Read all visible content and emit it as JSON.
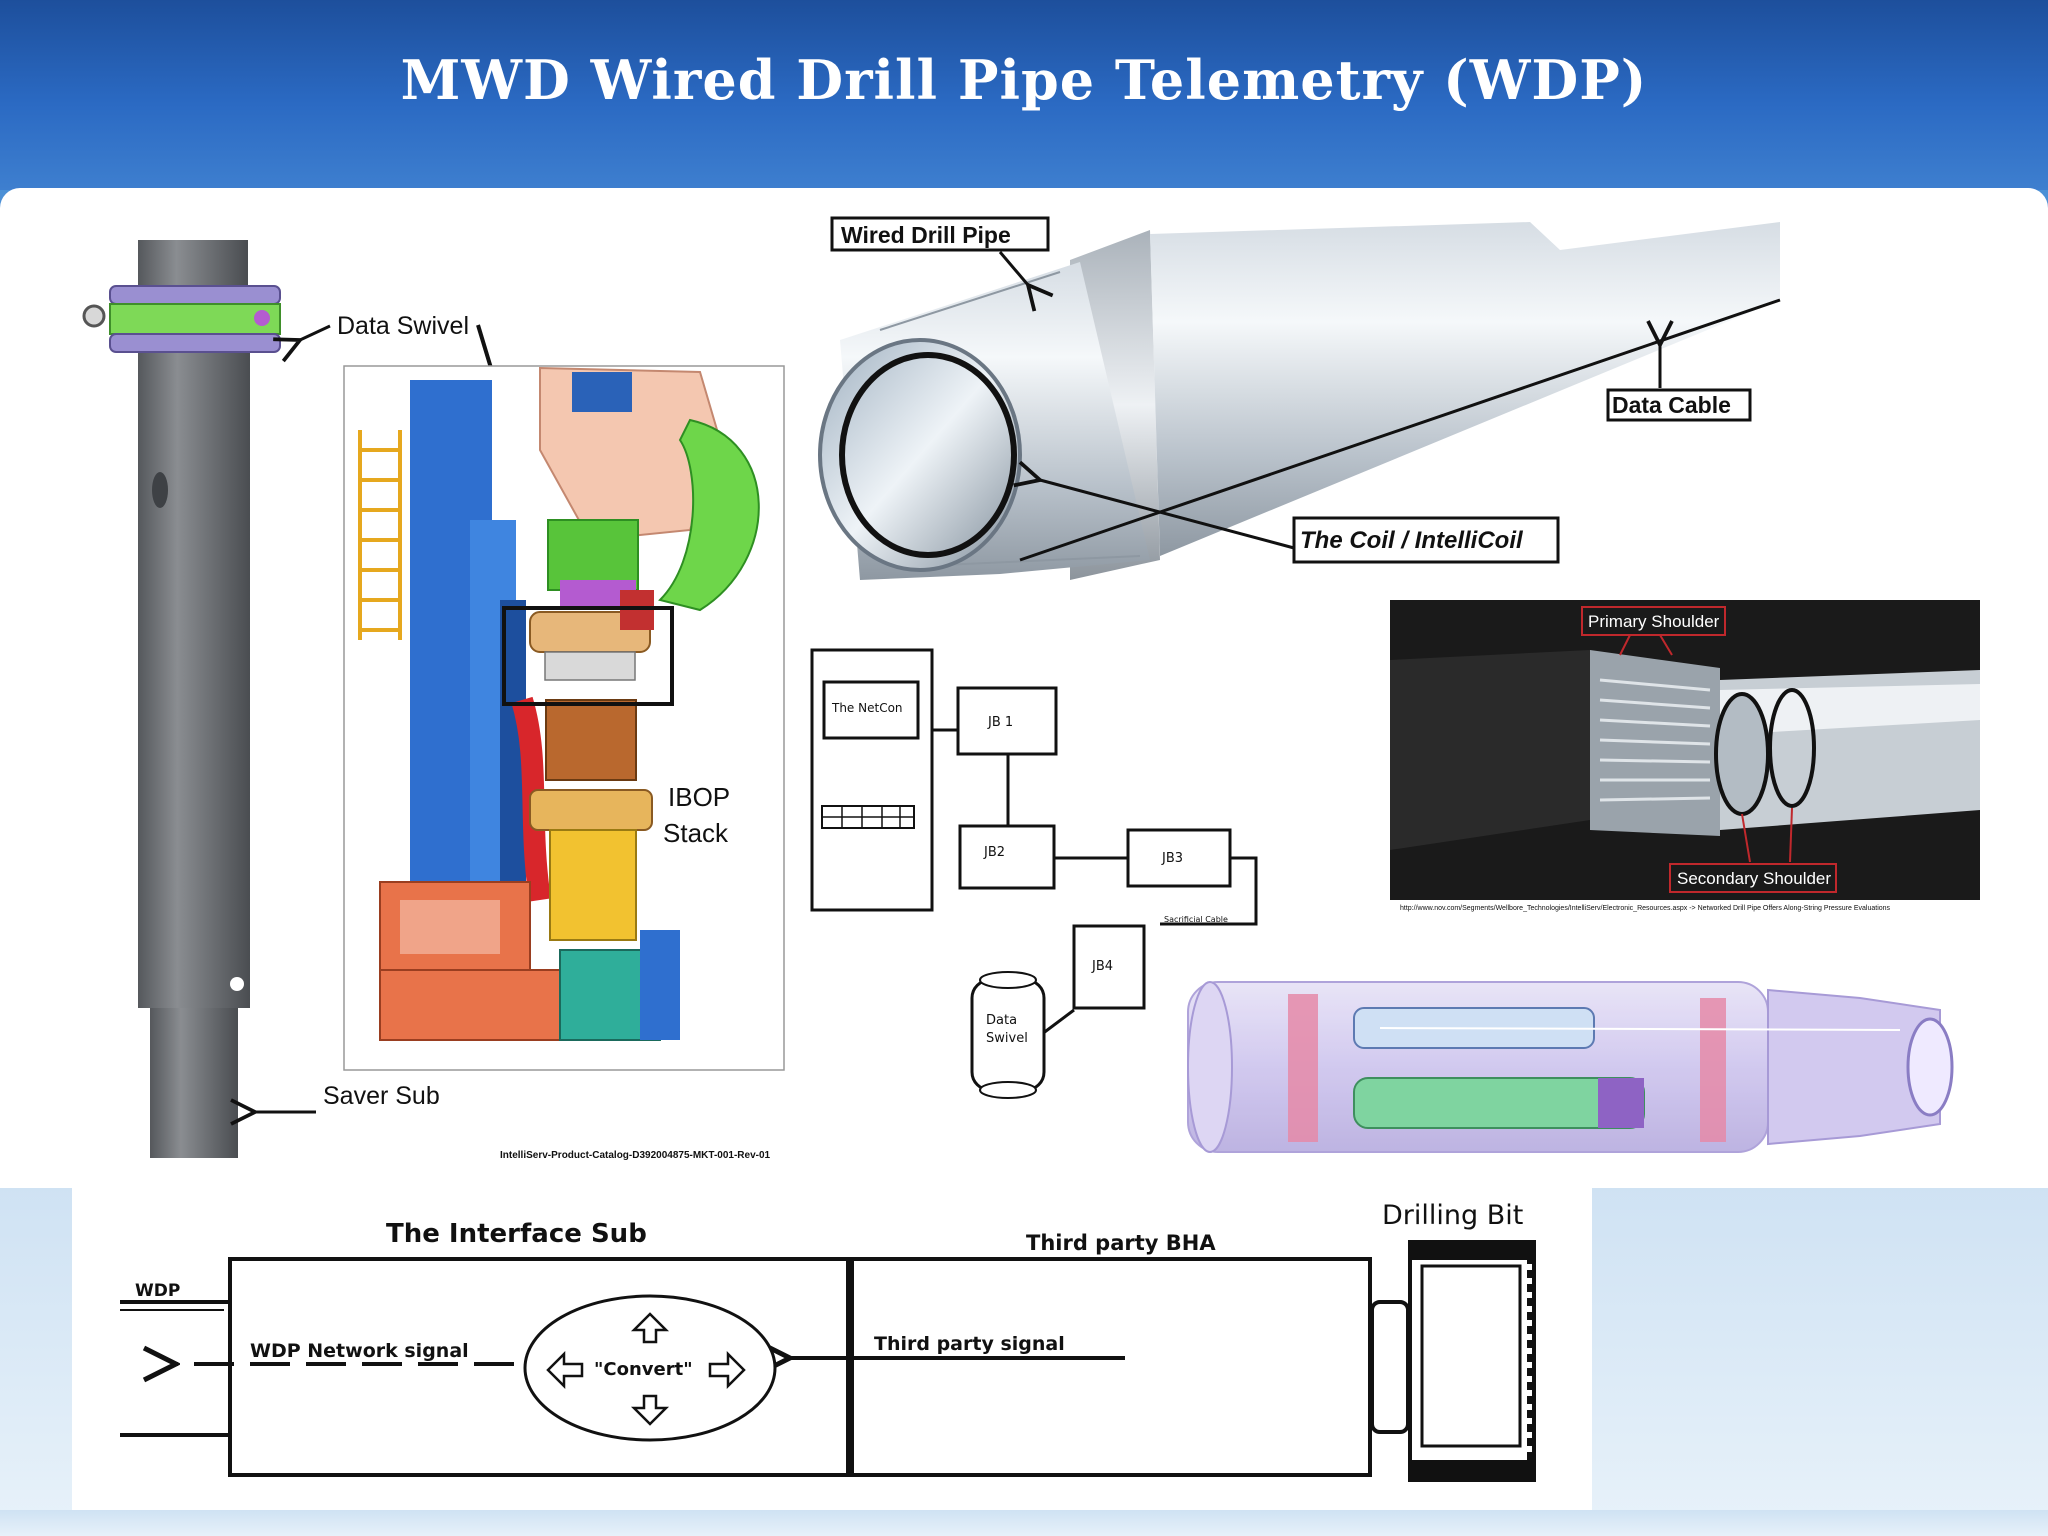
{
  "slide": {
    "title": "MWD Wired Drill Pipe Telemetry (WDP)"
  },
  "top_drive": {
    "data_swivel_label": "Data Swivel",
    "saver_sub_label": "Saver Sub",
    "ibop_label_1": "IBOP",
    "ibop_label_2": "Stack",
    "catalog_ref": "IntelliServ-Product-Catalog-D392004875-MKT-001-Rev-01"
  },
  "pipe_render": {
    "wired_drill_pipe_label": "Wired Drill Pipe",
    "data_cable_label": "Data Cable",
    "coil_label": "The Coil / IntelliCoil"
  },
  "network": {
    "netcon_label": "The NetCon",
    "jb1": "JB 1",
    "jb2": "JB2",
    "jb3": "JB3",
    "jb4": "JB4",
    "sacrificial_cable": "Sacrificial Cable",
    "data_swivel_1": "Data",
    "data_swivel_2": "Swivel"
  },
  "shoulder_photo": {
    "primary_label": "Primary Shoulder",
    "secondary_label": "Secondary Shoulder",
    "source_url": "http://www.nov.com/Segments/Wellbore_Technologies/IntelliServ/Electronic_Resources.aspx -> Networked Drill Pipe Offers Along-String Pressure Evaluations"
  },
  "interface": {
    "interface_sub_title": "The Interface Sub",
    "third_party_bha": "Third party BHA",
    "drilling_bit": "Drilling Bit",
    "wdp": "WDP",
    "wdp_network_signal": "WDP Network signal",
    "convert": "\"Convert\"",
    "third_party_signal": "Third party signal"
  },
  "colors": {
    "header_blue": "#2b6ac3",
    "tool_gray": "#6b6e73",
    "swivel_green": "#7ed957",
    "swivel_purple": "#9a8fd1",
    "mast_blue": "#2f6fcf",
    "derrick_orange": "#e8734a",
    "ibop_yellow": "#f2c230",
    "shoulder_red": "#c0282c"
  }
}
